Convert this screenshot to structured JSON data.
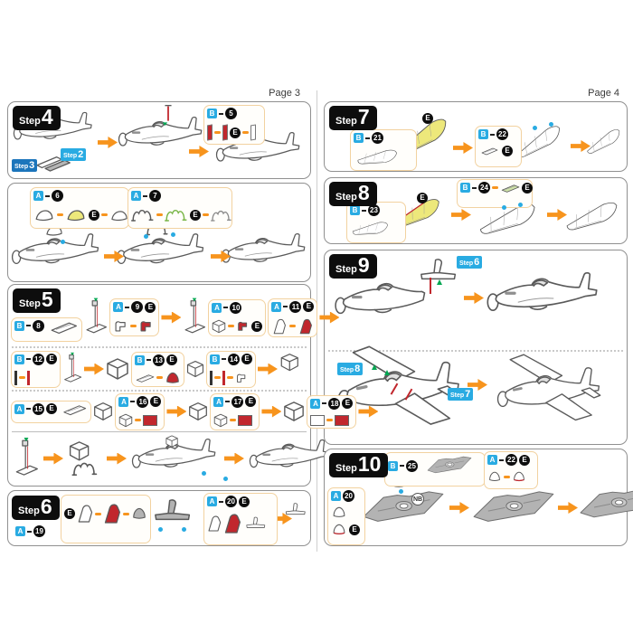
{
  "page3": {
    "header": "Page 3",
    "step4": {
      "prefix": "Step",
      "num": "4",
      "callout_top": {
        "letter": "B",
        "part": "5",
        "e": "E"
      },
      "ref_step3": {
        "prefix": "Step",
        "num": "3"
      },
      "ref_step2": {
        "prefix": "Step",
        "num": "2"
      },
      "callout_a6": {
        "letter": "A",
        "part": "6",
        "e": "E"
      },
      "callout_a7": {
        "letter": "A",
        "part": "7",
        "e": "E"
      }
    },
    "step5": {
      "prefix": "Step",
      "num": "5",
      "c_b8": {
        "letter": "B",
        "part": "8"
      },
      "c_a9": {
        "letter": "A",
        "part": "9",
        "e": "E"
      },
      "c_a10": {
        "letter": "A",
        "part": "10",
        "e": "E"
      },
      "c_a11": {
        "letter": "A",
        "part": "11",
        "e": "E"
      },
      "c_b12": {
        "letter": "B",
        "part": "12",
        "e": "E"
      },
      "c_b13": {
        "letter": "B",
        "part": "13",
        "e": "E"
      },
      "c_b14": {
        "letter": "B",
        "part": "14",
        "e": "E"
      },
      "c_a15": {
        "letter": "A",
        "part": "15",
        "e": "E"
      },
      "c_a16": {
        "letter": "A",
        "part": "16",
        "e": "E"
      },
      "c_a17": {
        "letter": "A",
        "part": "17",
        "e": "E"
      },
      "c_a18": {
        "letter": "A",
        "part": "18",
        "e": "E"
      }
    },
    "step6": {
      "prefix": "Step",
      "num": "6",
      "c_a19": {
        "letter": "A",
        "part": "19"
      },
      "e": "E",
      "c_a20": {
        "letter": "A",
        "part": "20",
        "e": "E"
      }
    }
  },
  "page4": {
    "header": "Page 4",
    "step7": {
      "prefix": "Step",
      "num": "7",
      "c_b21": {
        "letter": "B",
        "part": "21"
      },
      "e": "E",
      "c_b22": {
        "letter": "B",
        "part": "22",
        "e": "E"
      }
    },
    "step8": {
      "prefix": "Step",
      "num": "8",
      "c_b23": {
        "letter": "B",
        "part": "23"
      },
      "e": "E",
      "c_b24": {
        "letter": "B",
        "part": "24",
        "e": "E"
      }
    },
    "step9": {
      "prefix": "Step",
      "num": "9",
      "ref_step6": {
        "prefix": "Step",
        "num": "6"
      },
      "ref_step8": {
        "prefix": "Step",
        "num": "8"
      },
      "ref_step7": {
        "prefix": "Step",
        "num": "7"
      }
    },
    "step10": {
      "prefix": "Step",
      "num": "10",
      "c_b25": {
        "letter": "B",
        "part": "25"
      },
      "c_a22": {
        "letter": "A",
        "part": "22",
        "e": "E"
      },
      "c_a20": {
        "letter": "A",
        "part": "20",
        "e": "E"
      },
      "note": "NB"
    }
  },
  "colors": {
    "arrow_orange": "#F7941D",
    "label_cyan": "#29ABE2",
    "ref_dark_blue": "#1B75BB",
    "part_yellow": "#EDE87B",
    "part_red": "#C1272D",
    "part_gray": "#B3B3B3",
    "step_label_black": "#111111"
  }
}
